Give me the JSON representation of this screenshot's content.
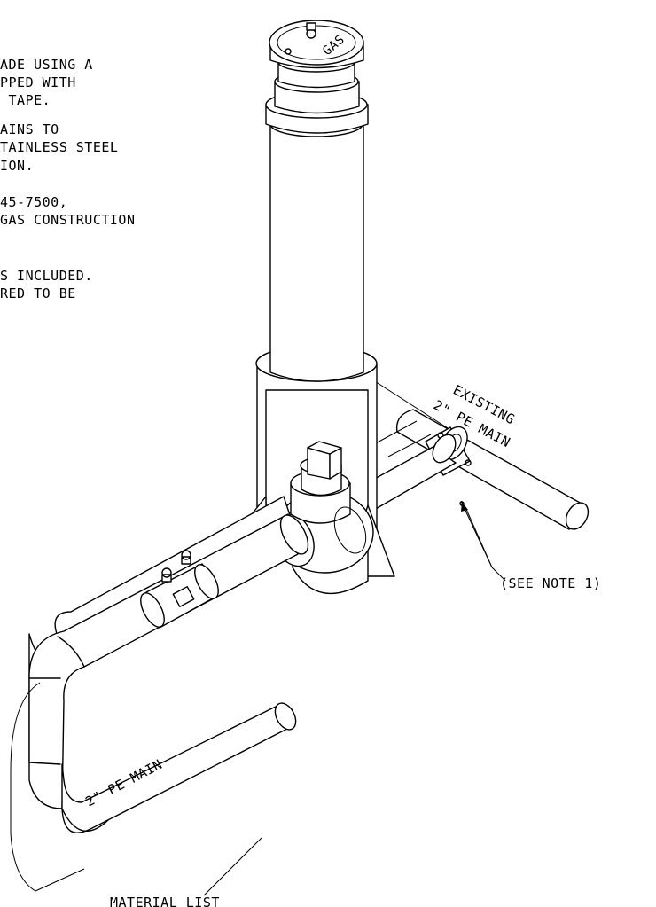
{
  "notes": {
    "line1": "ADE USING A",
    "line2": "PPED WITH",
    "line3": " TAPE.",
    "line4": "AINS TO",
    "line5": "TAINLESS STEEL",
    "line6": "ION.",
    "line7": "45-7500,",
    "line8": "GAS CONSTRUCTION",
    "line9": "S INCLUDED.",
    "line10": "RED TO BE"
  },
  "labels": {
    "existing": "EXISTING",
    "existing_main": "2\" PE MAIN",
    "see_note": "(SEE NOTE 1)",
    "pe_main": "2\" PE MAIN",
    "material_list": "MATERIAL LIST",
    "lid_text": "GAS"
  }
}
